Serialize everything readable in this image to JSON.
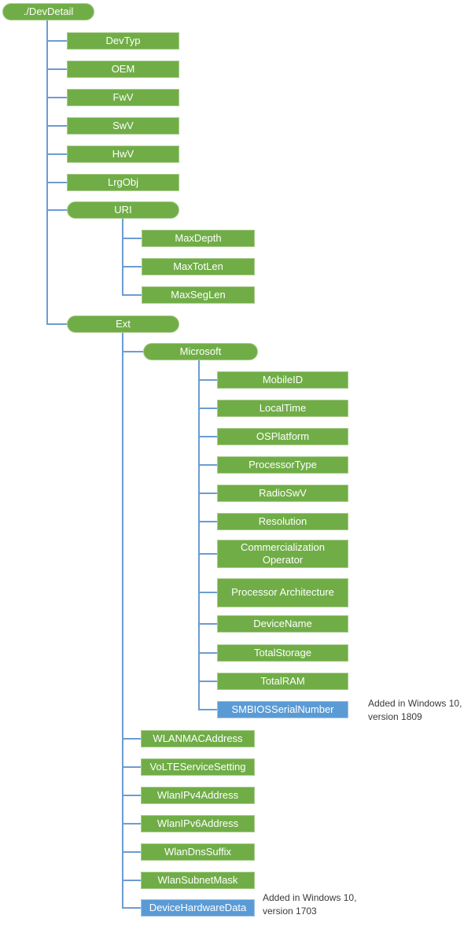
{
  "colors": {
    "node_green": "#70AD47",
    "node_green_border": "#A9CB8D",
    "node_blue": "#5B9BD5",
    "node_blue_border": "#9DC3E6",
    "connector": "#6C9CD2",
    "node_text": "#FFFFFF",
    "annotation": "#3A3A3A"
  },
  "nodes": {
    "devdetail": {
      "label": "./DevDetail",
      "color": "green"
    },
    "devtyp": {
      "label": "DevTyp",
      "color": "green"
    },
    "oem": {
      "label": "OEM",
      "color": "green"
    },
    "fwv": {
      "label": "FwV",
      "color": "green"
    },
    "swv": {
      "label": "SwV",
      "color": "green"
    },
    "hwv": {
      "label": "HwV",
      "color": "green"
    },
    "lrgobj": {
      "label": "LrgObj",
      "color": "green"
    },
    "uri": {
      "label": "URI",
      "color": "green"
    },
    "maxdepth": {
      "label": "MaxDepth",
      "color": "green"
    },
    "maxtotlen": {
      "label": "MaxTotLen",
      "color": "green"
    },
    "maxseglen": {
      "label": "MaxSegLen",
      "color": "green"
    },
    "ext": {
      "label": "Ext",
      "color": "green"
    },
    "microsoft": {
      "label": "Microsoft",
      "color": "green"
    },
    "mobileid": {
      "label": "MobileID",
      "color": "green"
    },
    "localtime": {
      "label": "LocalTime",
      "color": "green"
    },
    "osplatform": {
      "label": "OSPlatform",
      "color": "green"
    },
    "processortype": {
      "label": "ProcessorType",
      "color": "green"
    },
    "radioswv": {
      "label": "RadioSwV",
      "color": "green"
    },
    "resolution": {
      "label": "Resolution",
      "color": "green"
    },
    "commercializationoperator": {
      "label": "Commercialization Operator",
      "color": "green"
    },
    "processorarchitecture": {
      "label": "Processor Architecture",
      "color": "green"
    },
    "devicename": {
      "label": "DeviceName",
      "color": "green"
    },
    "totalstorage": {
      "label": "TotalStorage",
      "color": "green"
    },
    "totalram": {
      "label": "TotalRAM",
      "color": "green"
    },
    "smbiosserialnumber": {
      "label": "SMBIOSSerialNumber",
      "color": "blue"
    },
    "wlanmacaddress": {
      "label": "WLANMACAddress",
      "color": "green"
    },
    "volteservicesetting": {
      "label": "VoLTEServiceSetting",
      "color": "green"
    },
    "wlanipv4address": {
      "label": "WlanIPv4Address",
      "color": "green"
    },
    "wlanipv6address": {
      "label": "WlanIPv6Address",
      "color": "green"
    },
    "wlandnssuffix": {
      "label": "WlanDnsSuffix",
      "color": "green"
    },
    "wlansubnetmask": {
      "label": "WlanSubnetMask",
      "color": "green"
    },
    "devicehardwaredata": {
      "label": "DeviceHardwareData",
      "color": "blue"
    }
  },
  "hierarchy": {
    "./DevDetail": [
      "DevTyp",
      "OEM",
      "FwV",
      "SwV",
      "HwV",
      "LrgObj",
      "URI",
      "Ext"
    ],
    "URI": [
      "MaxDepth",
      "MaxTotLen",
      "MaxSegLen"
    ],
    "Ext": [
      "Microsoft",
      "WLANMACAddress",
      "VoLTEServiceSetting",
      "WlanIPv4Address",
      "WlanIPv6Address",
      "WlanDnsSuffix",
      "WlanSubnetMask",
      "DeviceHardwareData"
    ],
    "Microsoft": [
      "MobileID",
      "LocalTime",
      "OSPlatform",
      "ProcessorType",
      "RadioSwV",
      "Resolution",
      "Commercialization Operator",
      "Processor Architecture",
      "DeviceName",
      "TotalStorage",
      "TotalRAM",
      "SMBIOSSerialNumber"
    ]
  },
  "annotations": {
    "smbios_note": {
      "text": "Added in Windows 10,\nversion 1809"
    },
    "devicehardware_note": {
      "text": "Added in Windows 10,\nversion 1703"
    }
  }
}
